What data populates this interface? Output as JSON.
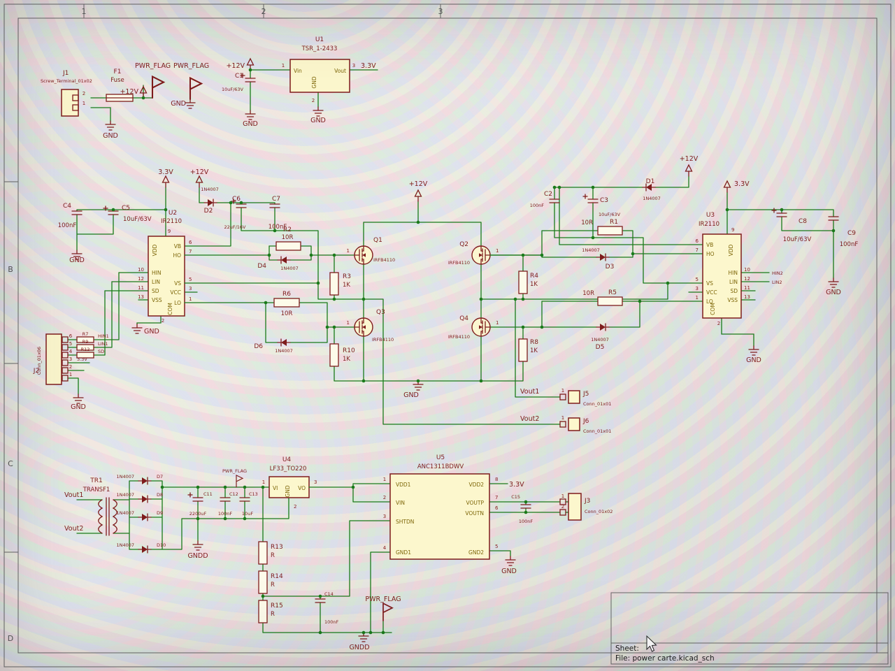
{
  "border": {
    "cols": [
      "1",
      "2",
      "3"
    ],
    "rows": [
      "B",
      "C",
      "D"
    ]
  },
  "title": {
    "sheet": "Sheet:",
    "file": "File: power carte.kicad_sch"
  },
  "power": {
    "p12v": "+12V",
    "p3v3": "3.3V",
    "gnd": "GND",
    "gndd": "GNDD",
    "flag": "PWR_FLAG"
  },
  "nets": {
    "vout1": "Vout1",
    "vout2": "Vout2",
    "hin1": "HIN1",
    "lin1": "LIN1",
    "sd": "SD",
    "hin2": "HIN2",
    "lin2": "LIN2"
  },
  "c": {
    "j1": {
      "ref": "J1",
      "value": "Screw_Terminal_01x02",
      "p1": "1",
      "p2": "2"
    },
    "f1": {
      "ref": "F1",
      "value": "Fuse"
    },
    "u1": {
      "ref": "U1",
      "value": "TSR_1-2433",
      "pins": {
        "vin": "Vin",
        "vout": "Vout",
        "gnd": "GND"
      },
      "nums": {
        "vin": "1",
        "gnd": "2",
        "vout": "3"
      }
    },
    "u2": {
      "ref": "U2",
      "value": "IR2110",
      "pins": {
        "vdd": "VDD",
        "vb": "VB",
        "ho": "HO",
        "hin": "HIN",
        "lin": "LIN",
        "sd": "SD",
        "vss": "VSS",
        "com": "COM",
        "vs": "VS",
        "vcc": "VCC",
        "lo": "LO"
      },
      "nums": {
        "vdd": "9",
        "vb": "6",
        "ho": "7",
        "hin": "10",
        "lin": "12",
        "sd": "11",
        "vss": "13",
        "com": "2",
        "vs": "5",
        "vcc": "3",
        "lo": "1"
      }
    },
    "u3": {
      "ref": "U3",
      "value": "IR2110",
      "pins": {
        "vdd": "VDD",
        "vb": "VB",
        "ho": "HO",
        "hin": "HIN",
        "lin": "LIN",
        "sd": "SD",
        "vss": "VSS",
        "com": "COM",
        "vs": "VS",
        "vcc": "VCC",
        "lo": "LO"
      },
      "nums": {
        "vdd": "9",
        "vb": "6",
        "ho": "7",
        "hin": "10",
        "lin": "12",
        "sd": "11",
        "vss": "13",
        "com": "2",
        "vs": "5",
        "vcc": "3",
        "lo": "1"
      }
    },
    "u4": {
      "ref": "U4",
      "value": "LF33_TO220",
      "pins": {
        "vi": "VI",
        "vo": "VO",
        "gnd": "GND"
      },
      "nums": {
        "vi": "1",
        "gnd": "2",
        "vo": "3"
      }
    },
    "u5": {
      "ref": "U5",
      "value": "ANC1311BDWV",
      "pins": {
        "vdd1": "VDD1",
        "vin": "VIN",
        "shtdn": "SHTDN",
        "gnd1": "GND1",
        "vdd2": "VDD2",
        "voutp": "VOUTP",
        "voutn": "VOUTN",
        "gnd2": "GND2"
      },
      "nums": {
        "vdd1": "1",
        "vin": "2",
        "shtdn": "3",
        "gnd1": "4",
        "vdd2": "8",
        "voutp": "7",
        "voutn": "6",
        "gnd2": "5"
      }
    },
    "tr1": {
      "ref": "TR1",
      "value": "TRANSF1"
    },
    "j2": {
      "ref": "J2",
      "value": "Conn_01x06",
      "p1": "1",
      "p2": "2",
      "p3": "3",
      "p4": "4",
      "p5": "5",
      "p6": "6"
    },
    "j3": {
      "ref": "J3",
      "value": "Conn_01x02",
      "p1": "1",
      "p2": "2"
    },
    "j5": {
      "ref": "J5",
      "value": "Conn_01x01",
      "p1": "1"
    },
    "j6": {
      "ref": "J6",
      "value": "Conn_01x01",
      "p1": "1"
    },
    "c1": {
      "ref": "C1",
      "value": "10uF/63V"
    },
    "c2": {
      "ref": "C2",
      "value": "100nF"
    },
    "c3": {
      "ref": "C3",
      "value": "10uF/63V"
    },
    "c4": {
      "ref": "C4",
      "value": "100nF"
    },
    "c5": {
      "ref": "C5",
      "value": "10uF/63V"
    },
    "c6": {
      "ref": "C6",
      "value": "22uF/16V"
    },
    "c7": {
      "ref": "C7",
      "value": "100nF"
    },
    "c8": {
      "ref": "C8",
      "value": "10uF/63V"
    },
    "c9": {
      "ref": "C9",
      "value": "100nF"
    },
    "c11": {
      "ref": "C11",
      "value": "2200uF"
    },
    "c12": {
      "ref": "C12",
      "value": "100nF"
    },
    "c13": {
      "ref": "C13",
      "value": "10uF"
    },
    "c14": {
      "ref": "C14",
      "value": "100nF"
    },
    "c15": {
      "ref": "C15",
      "value": "100nF"
    },
    "r1": {
      "ref": "R1",
      "value": "10R"
    },
    "r2": {
      "ref": "R2",
      "value": "10R"
    },
    "r3": {
      "ref": "R3",
      "value": "1K"
    },
    "r4": {
      "ref": "R4",
      "value": "1K"
    },
    "r5": {
      "ref": "R5",
      "value": "10R"
    },
    "r6": {
      "ref": "R6",
      "value": "10R"
    },
    "r7": {
      "ref": "R7"
    },
    "r8": {
      "ref": "R8",
      "value": "1K"
    },
    "r9": {
      "ref": "R9"
    },
    "r10": {
      "ref": "R10",
      "value": "1K"
    },
    "r12": {
      "ref": "R12"
    },
    "r13": {
      "ref": "R13",
      "value": "R"
    },
    "r14": {
      "ref": "R14",
      "value": "R"
    },
    "r15": {
      "ref": "R15",
      "value": "R"
    },
    "d1": {
      "ref": "D1",
      "value": "1N4007"
    },
    "d2": {
      "ref": "D2",
      "value": "1N4007"
    },
    "d3": {
      "ref": "D3",
      "value": "1N4007"
    },
    "d4": {
      "ref": "D4",
      "value": "1N4007"
    },
    "d5": {
      "ref": "D5",
      "value": "1N4007"
    },
    "d6": {
      "ref": "D6",
      "value": "1N4007"
    },
    "d7": {
      "ref": "D7",
      "value": "1N4007"
    },
    "d8": {
      "ref": "D8",
      "value": "1N4007"
    },
    "d9": {
      "ref": "D9",
      "value": "1N4007"
    },
    "d10": {
      "ref": "D10",
      "value": "1N4007"
    },
    "q1": {
      "ref": "Q1",
      "value": "IRFB4110",
      "gate": "1"
    },
    "q2": {
      "ref": "Q2",
      "value": "IRFB4110",
      "gate": "1"
    },
    "q3": {
      "ref": "Q3",
      "value": "IRFB4110",
      "gate": "1"
    },
    "q4": {
      "ref": "Q4",
      "value": "IRFB4110",
      "gate": "1"
    }
  }
}
